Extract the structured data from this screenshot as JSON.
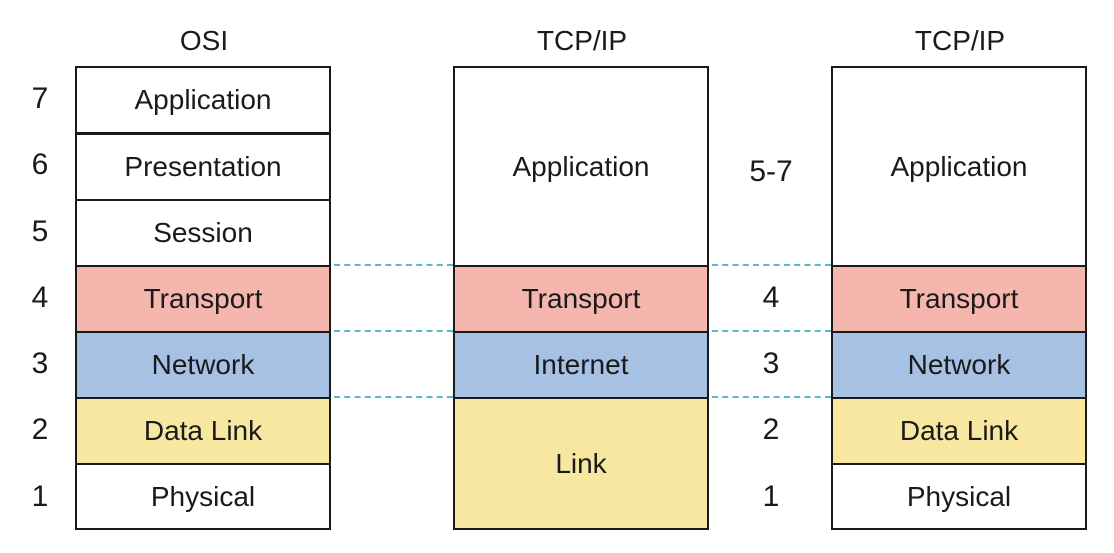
{
  "osi": {
    "title": "OSI",
    "layers": [
      {
        "number": "7",
        "label": "Application",
        "color": "#ffffff"
      },
      {
        "number": "6",
        "label": "Presentation",
        "color": "#ffffff"
      },
      {
        "number": "5",
        "label": "Session",
        "color": "#ffffff"
      },
      {
        "number": "4",
        "label": "Transport",
        "color": "#f4b6ad"
      },
      {
        "number": "3",
        "label": "Network",
        "color": "#a6c1e3"
      },
      {
        "number": "2",
        "label": "Data Link",
        "color": "#f8e7a0"
      },
      {
        "number": "1",
        "label": "Physical",
        "color": "#ffffff"
      }
    ]
  },
  "tcpip4": {
    "title": "TCP/IP",
    "layers": [
      {
        "label": "Application",
        "color": "#ffffff"
      },
      {
        "label": "Transport",
        "color": "#f4b6ad"
      },
      {
        "label": "Internet",
        "color": "#a6c1e3"
      },
      {
        "label": "Link",
        "color": "#f8e7a0"
      }
    ]
  },
  "tcpip5": {
    "title": "TCP/IP",
    "numbers": [
      "5-7",
      "4",
      "3",
      "2",
      "1"
    ],
    "layers": [
      {
        "label": "Application",
        "color": "#ffffff"
      },
      {
        "label": "Transport",
        "color": "#f4b6ad"
      },
      {
        "label": "Network",
        "color": "#a6c1e3"
      },
      {
        "label": "Data Link",
        "color": "#f8e7a0"
      },
      {
        "label": "Physical",
        "color": "#ffffff"
      }
    ]
  },
  "connector_color": "#5bb8c8"
}
